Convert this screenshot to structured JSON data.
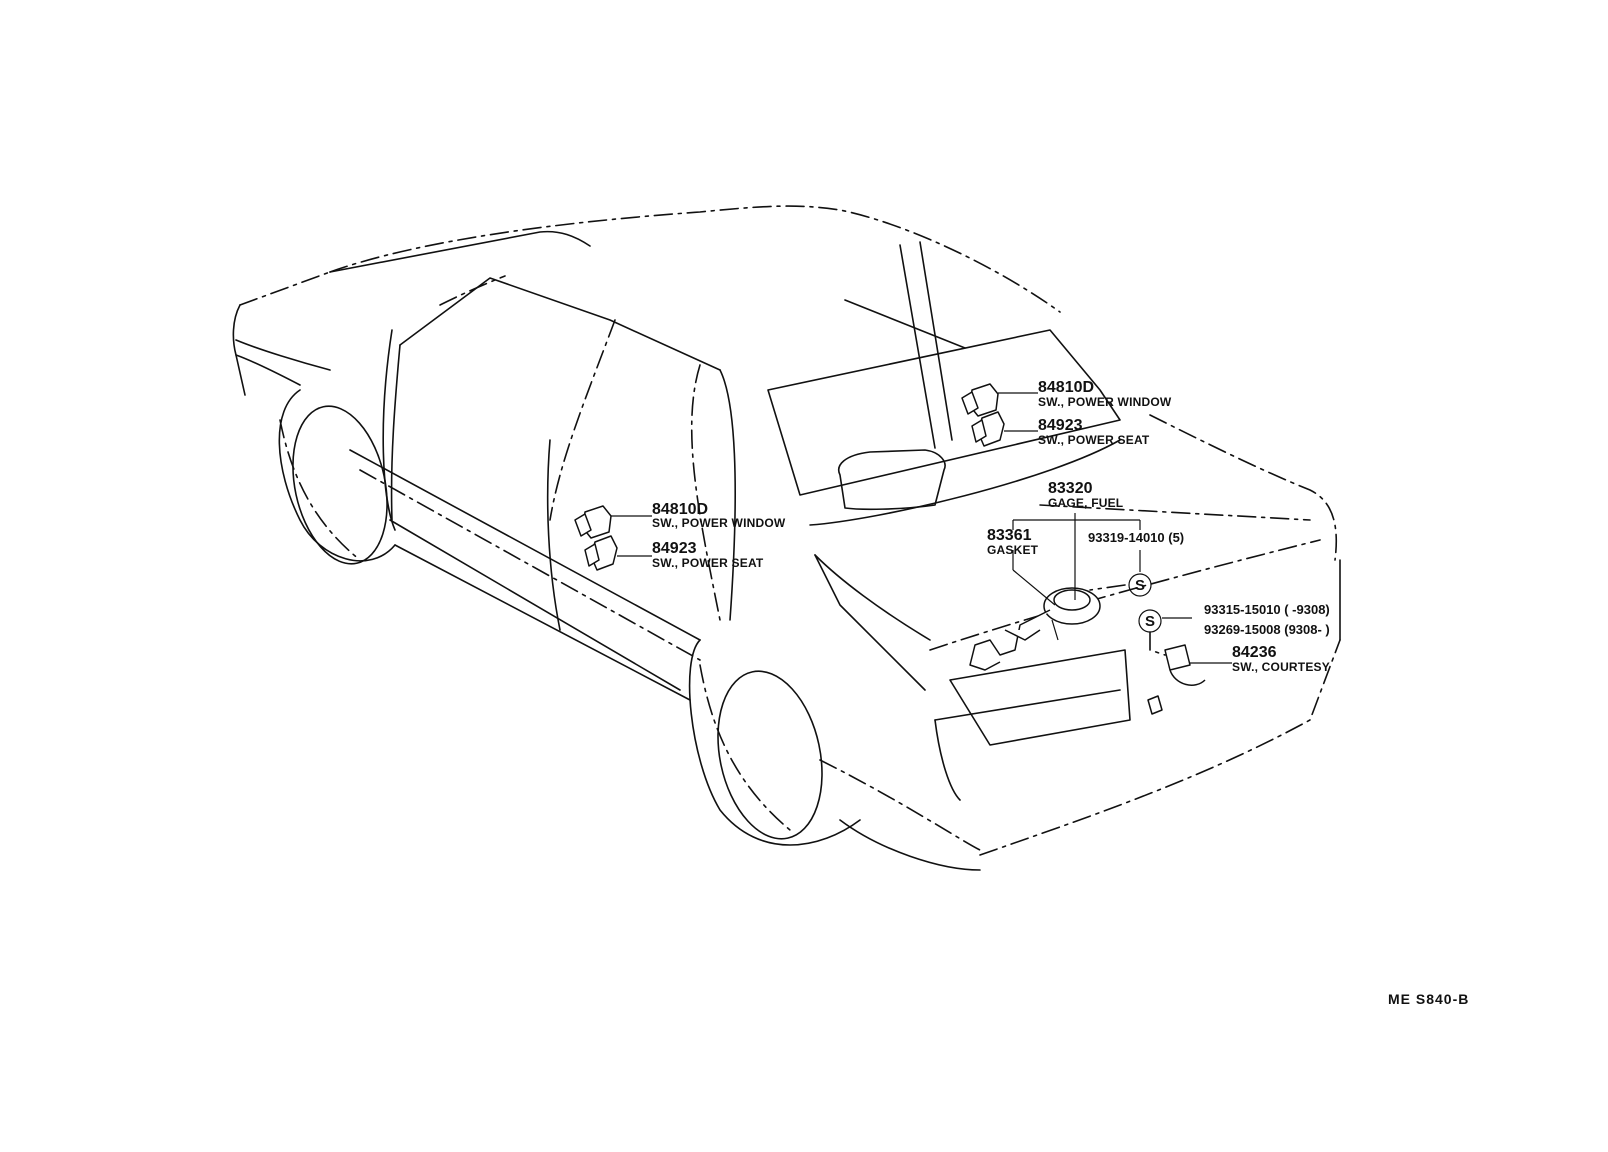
{
  "callouts": {
    "pw_front": {
      "part": "84810D",
      "name": "SW., POWER WINDOW"
    },
    "ps_front": {
      "part": "84923",
      "name": "SW., POWER SEAT"
    },
    "pw_rear": {
      "part": "84810D",
      "name": "SW., POWER WINDOW"
    },
    "ps_rear": {
      "part": "84923",
      "name": "SW., POWER SEAT"
    },
    "fuel_gage": {
      "part": "83320",
      "name": "GAGE, FUEL"
    },
    "gasket": {
      "part": "83361",
      "name": "GASKET"
    },
    "screw_a": {
      "part": "93319-14010 (5)"
    },
    "screw_b": {
      "part": "93315-15010 (      -9308)"
    },
    "screw_c": {
      "part": "93269-15008 (9308-      )"
    },
    "courtesy": {
      "part": "84236",
      "name": "SW., COURTESY"
    },
    "screw_symbol": "S"
  },
  "reference_code": "ME  S840-B"
}
